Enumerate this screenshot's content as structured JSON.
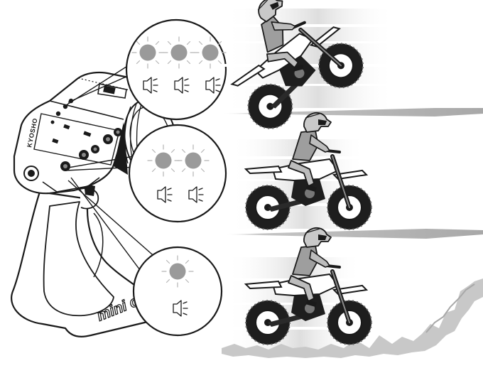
{
  "illustration": {
    "transmitter": {
      "brand_label": "KYOSHO",
      "grip_label": "mini ca"
    },
    "indicator_panels": [
      {
        "level": "high",
        "leds_lit": 3,
        "speaker_icons": 3
      },
      {
        "level": "mid",
        "leds_lit": 2,
        "speaker_icons": 2
      },
      {
        "level": "low",
        "leds_lit": 1,
        "speaker_icons": 1
      }
    ],
    "riding_scenes": [
      {
        "pose": "wheelie",
        "ground": "flat"
      },
      {
        "pose": "cruising",
        "ground": "flat"
      },
      {
        "pose": "cruising",
        "ground": "rough"
      }
    ],
    "colors": {
      "led": "#9a9a9a",
      "ground_flat": "#b8b8b8",
      "ground_rough": "#c8c8c8",
      "outline": "#1a1a1a"
    }
  }
}
